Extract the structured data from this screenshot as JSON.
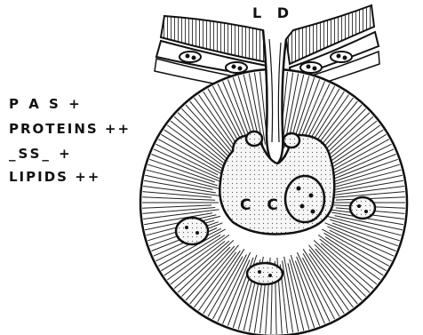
{
  "labels": {
    "duct": "L D",
    "central_cavity": "C C"
  },
  "stains": [
    {
      "text": "P A S   +"
    },
    {
      "text": "PROTEINS ++"
    },
    {
      "text": "_SS_    +"
    },
    {
      "text": "LIPIDS ++"
    }
  ],
  "colors": {
    "ink": "#111111",
    "paper": "#ffffff",
    "cavity_fill": "#f6f6f6"
  }
}
